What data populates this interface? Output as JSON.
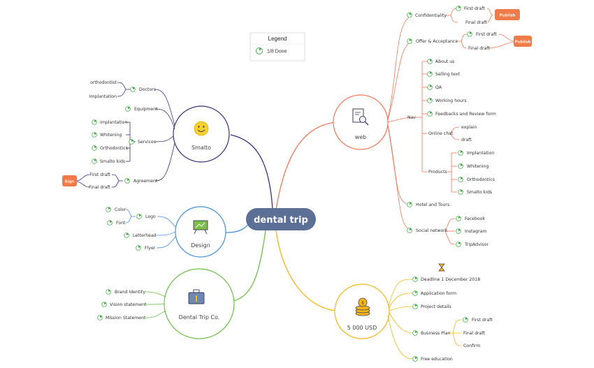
{
  "legend": {
    "title": "Legend",
    "item": "1/8 Done",
    "done_fraction": 0.125
  },
  "center": {
    "label": "dental trip"
  },
  "colors": {
    "center": "#5c6f94",
    "web": "#f0775a",
    "budget": "#f6b619",
    "smalto": "#3b2f7a",
    "design": "#4a8fd6",
    "company": "#6cbf49",
    "tag": "#ef7b4a",
    "progress": "#47b04b"
  },
  "hubs": {
    "web": "web",
    "smalto": "Smalto",
    "design": "Design",
    "company": "Dental Trip Co.",
    "budget": "5 000 USD"
  },
  "web": {
    "confidentiality": "Confidentiality",
    "conf_first": "First draft",
    "conf_final": "Final draft",
    "conf_tag": "Publish",
    "offer": "Offer & Acceptance",
    "offer_first": "First draft",
    "offer_final": "Final draft",
    "offer_tag": "Publish",
    "nav": "Nav",
    "about": "About us",
    "selling": "Selling text",
    "qa": "QA",
    "hours": "Working hours",
    "feedback": "Feedbacks and Review form",
    "online_chat": "Online chat",
    "explain": "explain",
    "draft": "draft",
    "products": "Products",
    "p_implantation": "Implantation",
    "p_whitening": "Whitening",
    "p_orthodontics": "Orthodontics",
    "p_kids": "Smalto kids",
    "hotel": "Hotel and Tours",
    "social": "Social network",
    "facebook": "Facebook",
    "instagram": "Instagram",
    "tripadvisor": "TripAdvisor"
  },
  "budget": {
    "deadline": "Deadline 1 December 2018",
    "application": "Application form",
    "project": "Project details",
    "business": "Business Plan",
    "bp_first": "First draft",
    "bp_final": "Final draft",
    "bp_confirm": "Confirm",
    "free": "Free education"
  },
  "smalto": {
    "doctors": "Doctors",
    "orthodontist": "orthodontist",
    "implantation": "Implantation",
    "equipment": "Equipment",
    "services": "Services",
    "s_implantation": "Implantation",
    "s_whitening": "Whitening",
    "s_orthodontics": "Orthodontics",
    "s_kids": "Smalto kids",
    "agreement": "Agreement",
    "ag_first": "First draft",
    "ag_final": "Final draft",
    "ag_tag": "Sign"
  },
  "design": {
    "logo": "Logo",
    "color": "Color",
    "font": "Font",
    "letterhead": "Letterhead",
    "flyer": "Flyer"
  },
  "company": {
    "brand": "Brand identity",
    "vision": "Vision statement",
    "mission": "Mission Statement"
  }
}
